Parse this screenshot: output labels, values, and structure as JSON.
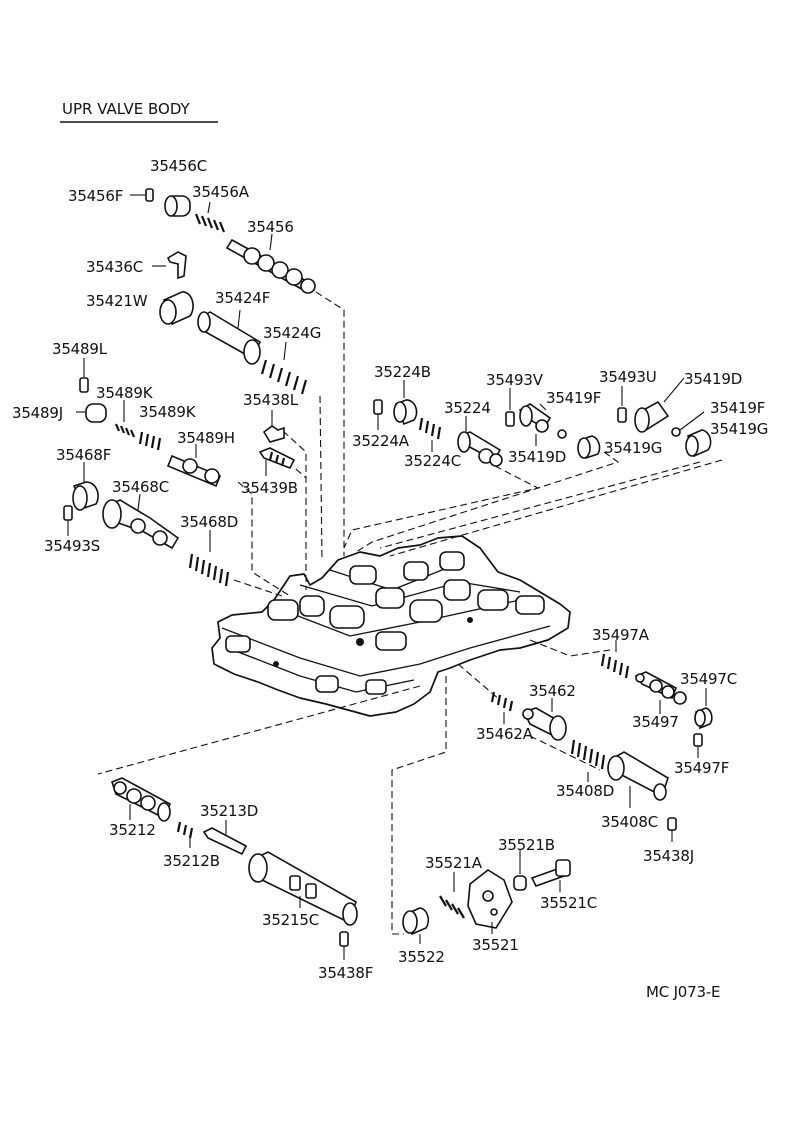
{
  "title": "UPR  VALVE  BODY",
  "figure_code": "MC  J073-E",
  "parts": [
    {
      "id": "p35456C",
      "label": "35456C"
    },
    {
      "id": "p35456F",
      "label": "35456F"
    },
    {
      "id": "p35456A",
      "label": "35456A"
    },
    {
      "id": "p35456",
      "label": "35456"
    },
    {
      "id": "p35436C",
      "label": "35436C"
    },
    {
      "id": "p35421W",
      "label": "35421W"
    },
    {
      "id": "p35424F",
      "label": "35424F"
    },
    {
      "id": "p35424G",
      "label": "35424G"
    },
    {
      "id": "p35489L",
      "label": "35489L"
    },
    {
      "id": "p35489K1",
      "label": "35489K"
    },
    {
      "id": "p35489J",
      "label": "35489J"
    },
    {
      "id": "p35489K2",
      "label": "35489K"
    },
    {
      "id": "p35438L",
      "label": "35438L"
    },
    {
      "id": "p35489H",
      "label": "35489H"
    },
    {
      "id": "p35439B",
      "label": "35439B"
    },
    {
      "id": "p35468F",
      "label": "35468F"
    },
    {
      "id": "p35468C",
      "label": "35468C"
    },
    {
      "id": "p35468D",
      "label": "35468D"
    },
    {
      "id": "p35493S",
      "label": "35493S"
    },
    {
      "id": "p35224B",
      "label": "35224B"
    },
    {
      "id": "p35224A",
      "label": "35224A"
    },
    {
      "id": "p35224",
      "label": "35224"
    },
    {
      "id": "p35224C",
      "label": "35224C"
    },
    {
      "id": "p35493V",
      "label": "35493V"
    },
    {
      "id": "p35419F1",
      "label": "35419F"
    },
    {
      "id": "p35419D1",
      "label": "35419D"
    },
    {
      "id": "p35493U",
      "label": "35493U"
    },
    {
      "id": "p35419D2",
      "label": "35419D"
    },
    {
      "id": "p35419F2",
      "label": "35419F"
    },
    {
      "id": "p35419G1",
      "label": "35419G"
    },
    {
      "id": "p35419G2",
      "label": "35419G"
    },
    {
      "id": "p35497A",
      "label": "35497A"
    },
    {
      "id": "p35497C",
      "label": "35497C"
    },
    {
      "id": "p35497",
      "label": "35497"
    },
    {
      "id": "p35497F",
      "label": "35497F"
    },
    {
      "id": "p35462",
      "label": "35462"
    },
    {
      "id": "p35462A",
      "label": "35462A"
    },
    {
      "id": "p35408D",
      "label": "35408D"
    },
    {
      "id": "p35408C",
      "label": "35408C"
    },
    {
      "id": "p35438J",
      "label": "35438J"
    },
    {
      "id": "p35212",
      "label": "35212"
    },
    {
      "id": "p35213D",
      "label": "35213D"
    },
    {
      "id": "p35212B",
      "label": "35212B"
    },
    {
      "id": "p35215C",
      "label": "35215C"
    },
    {
      "id": "p35438F",
      "label": "35438F"
    },
    {
      "id": "p35521B",
      "label": "35521B"
    },
    {
      "id": "p35521A",
      "label": "35521A"
    },
    {
      "id": "p35521C",
      "label": "35521C"
    },
    {
      "id": "p35522",
      "label": "35522"
    },
    {
      "id": "p35521",
      "label": "35521"
    }
  ]
}
